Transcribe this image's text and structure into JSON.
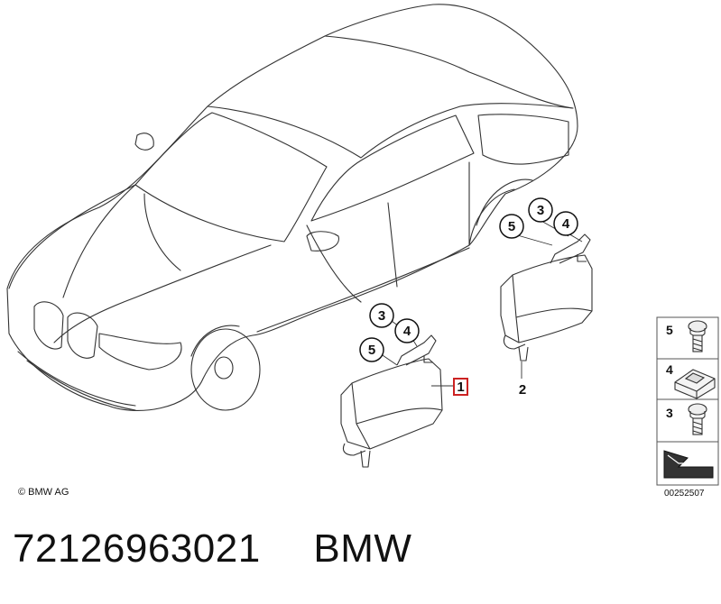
{
  "diagram": {
    "callouts": {
      "part_left": "1",
      "part_right": "2",
      "left_group": [
        "3",
        "4",
        "5"
      ],
      "right_group": [
        "3",
        "4",
        "5"
      ]
    },
    "legend": [
      {
        "number": "5",
        "icon": "screw-icon"
      },
      {
        "number": "4",
        "icon": "clip-nut-icon"
      },
      {
        "number": "3",
        "icon": "screw-icon"
      }
    ],
    "copyright": "© BMW AG",
    "document_number": "00252507",
    "highlight_color": "#cc2222"
  },
  "caption": {
    "part_number": "72126963021",
    "brand": "BMW"
  }
}
